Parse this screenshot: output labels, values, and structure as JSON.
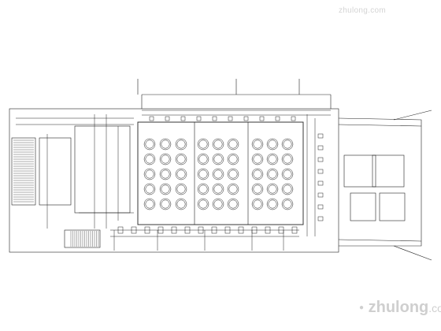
{
  "watermark_top": "zhulong.com",
  "watermark_bottom_brand": "zhulong",
  "watermark_bottom_suffix": ".com",
  "colors": {
    "line": "#222222",
    "background": "#ffffff",
    "watermark": "#cccccc"
  }
}
